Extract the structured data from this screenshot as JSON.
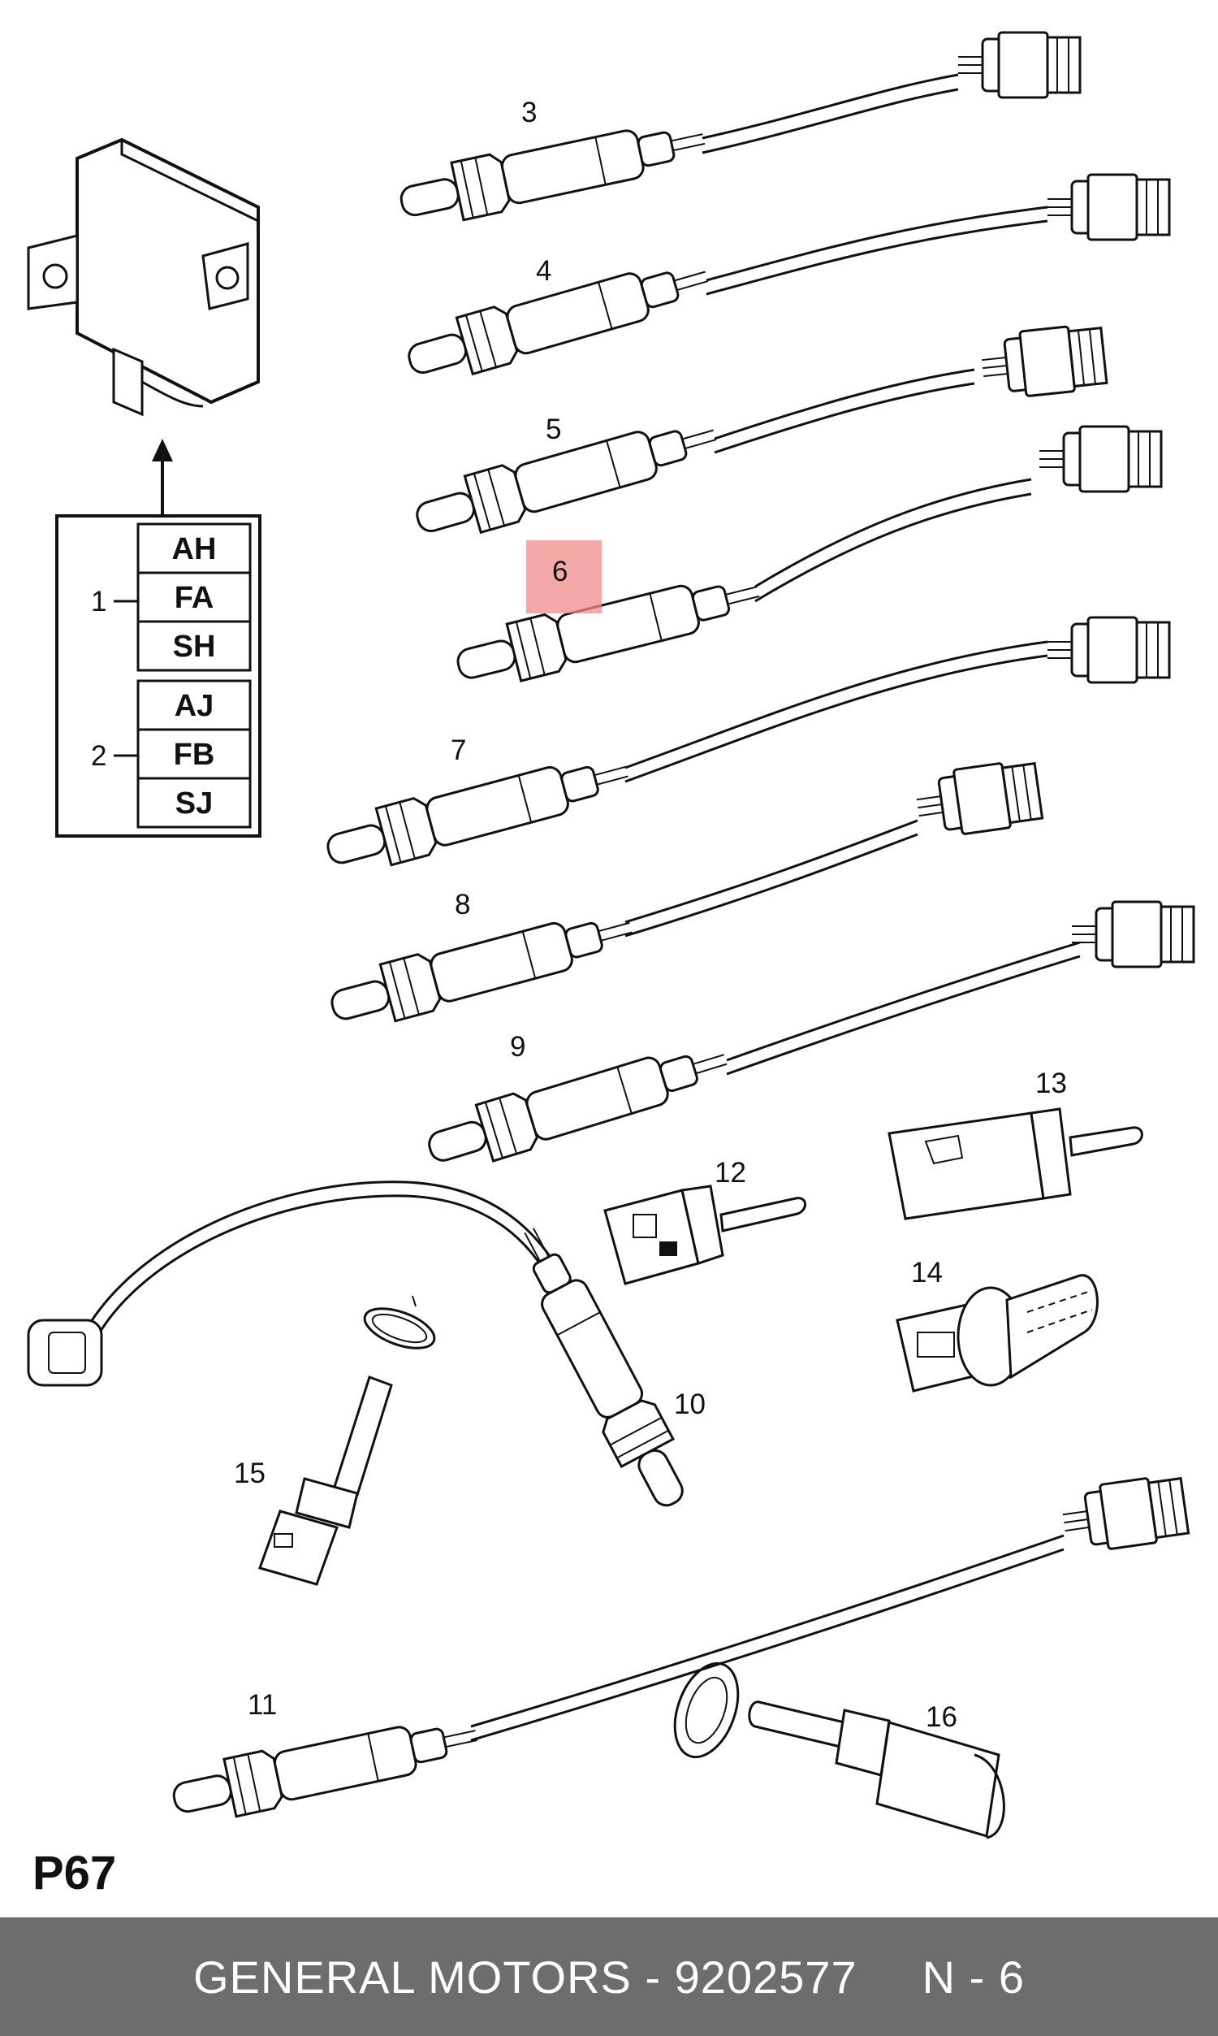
{
  "diagram": {
    "page_code": "P67",
    "callouts": [
      "3",
      "4",
      "5",
      "6",
      "7",
      "8",
      "9",
      "10",
      "11",
      "12",
      "13",
      "14",
      "15",
      "16"
    ],
    "highlighted_callout": "6",
    "highlight_color": "#f28b8b",
    "code_groups": [
      {
        "number": "1",
        "codes": [
          "AH",
          "FA",
          "SH"
        ]
      },
      {
        "number": "2",
        "codes": [
          "AJ",
          "FB",
          "SJ"
        ]
      }
    ]
  },
  "footer": {
    "brand": "GENERAL MOTORS",
    "separator": "-",
    "part_number": "9202577",
    "ref": "N - 6"
  }
}
